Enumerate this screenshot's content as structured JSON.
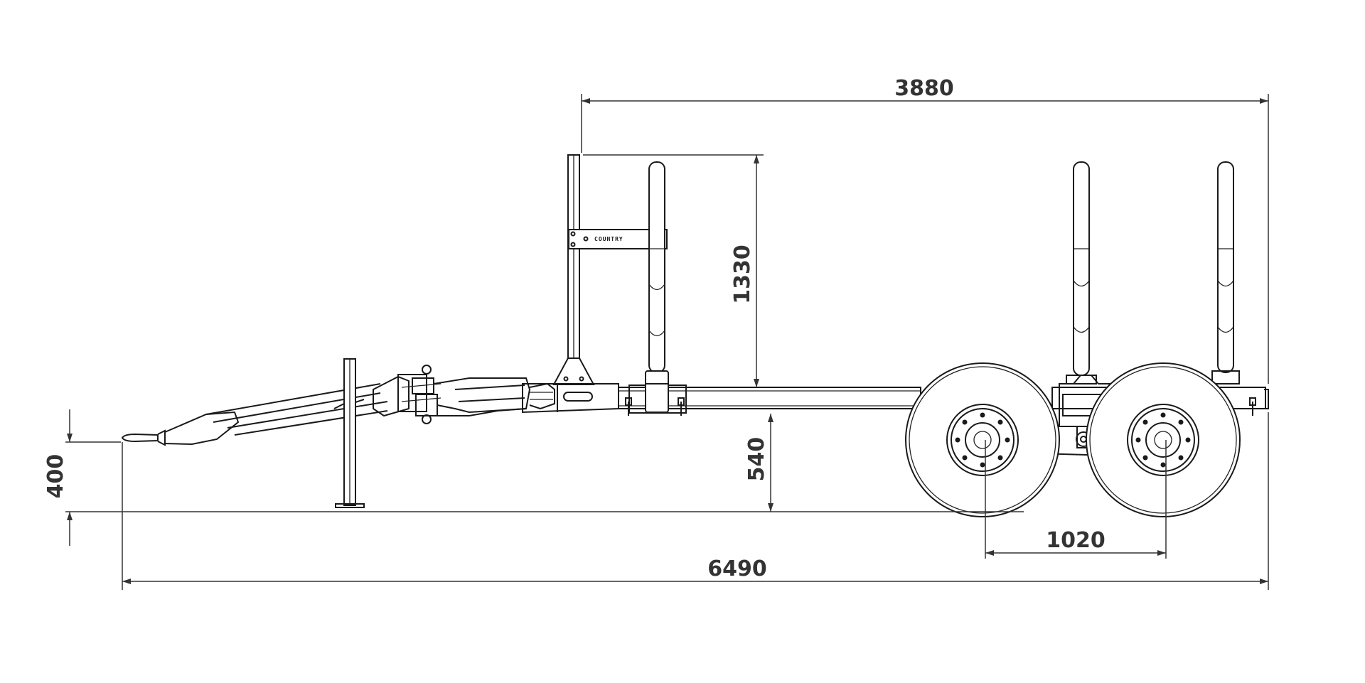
{
  "drawing": {
    "brand_plate": "COUNTRY",
    "colors": {
      "line": "#1a1a1a",
      "dimension": "#333333",
      "background": "#ffffff"
    }
  },
  "dimensions": {
    "overall_length": "6490",
    "bunk_length": "3880",
    "stake_height": "1330",
    "frame_height": "540",
    "drawbar_height": "400",
    "axle_spacing": "1020"
  }
}
